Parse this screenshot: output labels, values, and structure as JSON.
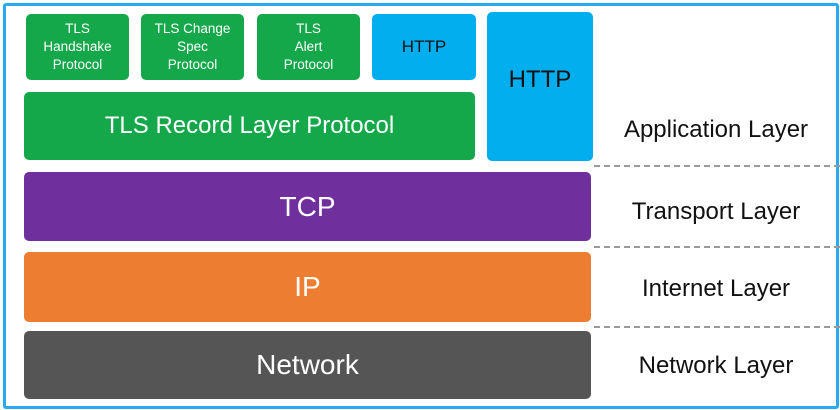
{
  "boxes": {
    "tls_handshake": "TLS\nHandshake\nProtocol",
    "tls_change_spec": "TLS Change\nSpec\nProtocol",
    "tls_alert": "TLS\nAlert\nProtocol",
    "http_small": "HTTP",
    "http_tall": "HTTP",
    "tls_record": "TLS Record Layer Protocol",
    "tcp": "TCP",
    "ip": "IP",
    "network": "Network"
  },
  "layers": {
    "application": "Application Layer",
    "transport": "Transport Layer",
    "internet": "Internet Layer",
    "network": "Network Layer"
  },
  "colors": {
    "green": "#14a84a",
    "blue": "#03aeef",
    "purple": "#6f2f9c",
    "orange": "#ed7d31",
    "gray": "#555555",
    "border": "#29a9f2"
  }
}
